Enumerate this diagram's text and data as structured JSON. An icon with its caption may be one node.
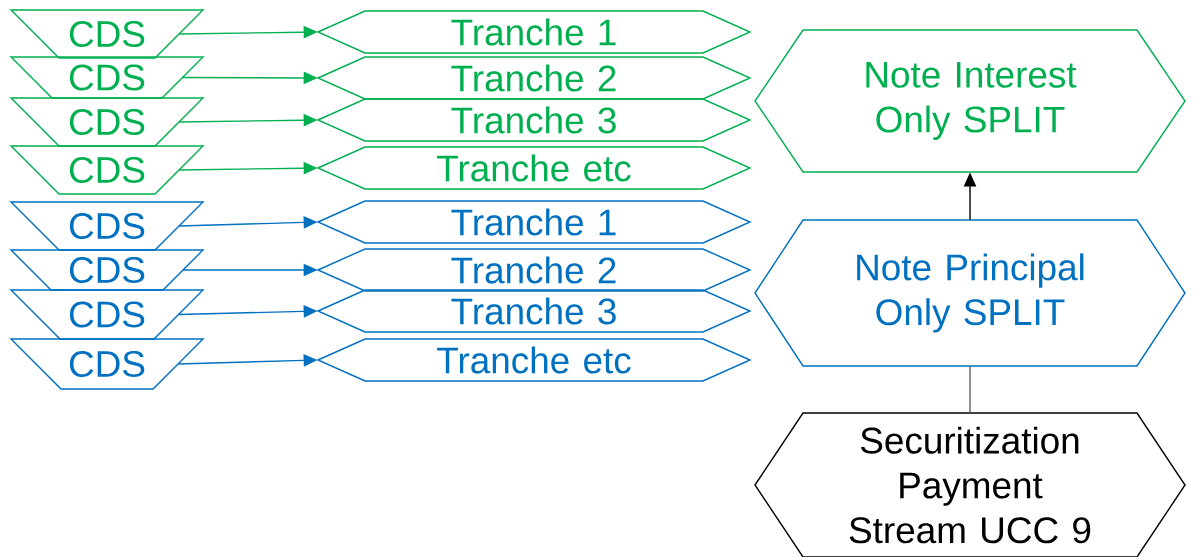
{
  "diagram": {
    "nodes": [
      {
        "text": [
          "CDS"
        ]
      },
      {
        "text": [
          "CDS"
        ]
      },
      {
        "text": [
          "CDS"
        ]
      },
      {
        "text": [
          "CDS"
        ]
      },
      {
        "text": [
          "Tranche 1"
        ]
      },
      {
        "text": [
          "Tranche 2"
        ]
      },
      {
        "text": [
          "Tranche 3"
        ]
      },
      {
        "text": [
          "Tranche etc"
        ]
      },
      {
        "text": [
          "CDS"
        ]
      },
      {
        "text": [
          "CDS"
        ]
      },
      {
        "text": [
          "CDS"
        ]
      },
      {
        "text": [
          "CDS"
        ]
      },
      {
        "text": [
          "Tranche 1"
        ]
      },
      {
        "text": [
          "Tranche 2"
        ]
      },
      {
        "text": [
          "Tranche 3"
        ]
      },
      {
        "text": [
          "Tranche etc"
        ]
      },
      {
        "text": [
          "Note Interest Only SPLIT"
        ]
      },
      {
        "text": [
          "Note Principal Only SPLIT"
        ]
      },
      {
        "text": [
          "Securitization Payment Stream UCC 9"
        ]
      }
    ],
    "edges": [
      {
        "from": 0,
        "to": 4,
        "arrow": "to",
        "color": "#00b050"
      },
      {
        "from": 1,
        "to": 5,
        "arrow": "to",
        "color": "#00b050"
      },
      {
        "from": 2,
        "to": 6,
        "arrow": "to",
        "color": "#00b050"
      },
      {
        "from": 3,
        "to": 7,
        "arrow": "to",
        "color": "#00b050"
      },
      {
        "from": 8,
        "to": 12,
        "arrow": "to",
        "color": "#0070c0"
      },
      {
        "from": 9,
        "to": 13,
        "arrow": "to",
        "color": "#0070c0"
      },
      {
        "from": 10,
        "to": 14,
        "arrow": "to",
        "color": "#0070c0"
      },
      {
        "from": 11,
        "to": 15,
        "arrow": "to",
        "color": "#0070c0"
      },
      {
        "from": 17,
        "to": 16,
        "arrow": "to",
        "color": "#000000"
      },
      {
        "from": 18,
        "to": 17,
        "arrow": "none",
        "color": "#606060"
      }
    ]
  }
}
